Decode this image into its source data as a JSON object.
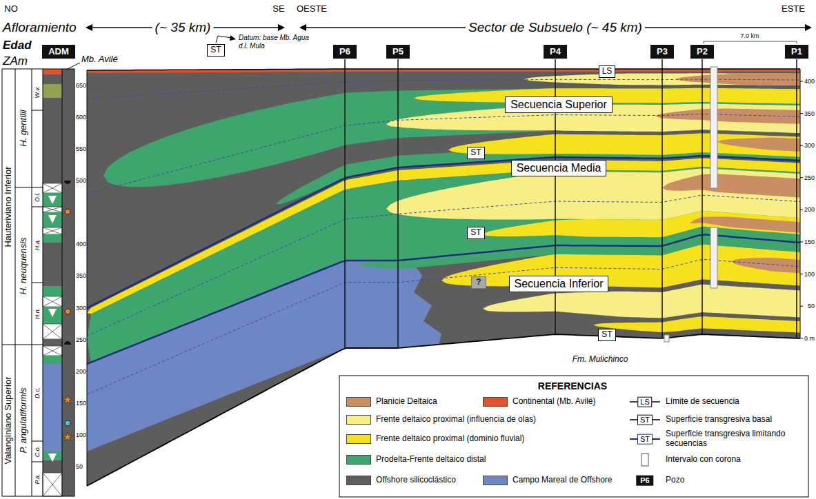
{
  "diagram": {
    "nodes": [
      {
        "text": [
          "ADM"
        ]
      },
      {
        "text": [
          "ST"
        ]
      },
      {
        "text": [
          "P6"
        ]
      },
      {
        "text": [
          "P5"
        ]
      },
      {
        "text": [
          "P4"
        ]
      },
      {
        "text": [
          "P3"
        ]
      },
      {
        "text": [
          "P2"
        ]
      },
      {
        "text": [
          "P1"
        ]
      },
      {
        "text": [
          "LS"
        ]
      },
      {
        "text": [
          "Secuencia Superior"
        ]
      },
      {
        "text": [
          "ST"
        ]
      },
      {
        "text": [
          "Secuencia Media"
        ]
      },
      {
        "text": [
          "ST"
        ]
      },
      {
        "text": [
          "?"
        ]
      },
      {
        "text": [
          "Secuencia Inferior"
        ]
      },
      {
        "text": [
          "ST"
        ]
      }
    ],
    "labels": [
      "NO",
      "SE",
      "OESTE",
      "ESTE",
      "Afloramiento",
      "(~ 35 km)",
      "Sector de Subsuelo (~ 45 km)",
      "Edad",
      "ZAm",
      "Mb. Avilé",
      "Datum: base Mb. Agua d.l. Mula",
      "7.0 km",
      "Hauteriviano Inferior",
      "Valanginiano Superior",
      "H. gentilii",
      "H. neuquensis",
      "P. angulatiformis",
      "W.v.",
      "O.l.",
      "H.a.",
      "H.n.",
      "D.c.",
      "C.o.",
      "P.a.",
      "650",
      "600",
      "550",
      "500",
      "400",
      "350",
      "300",
      "250",
      "200",
      "150",
      "100",
      "50",
      "400",
      "350",
      "300",
      "250",
      "200",
      "150",
      "100",
      "50",
      "0 m",
      "Fm. Mulichinco",
      "REFERENCIAS",
      "LS",
      "ST",
      "ST",
      "P6"
    ],
    "legend": [
      {
        "text": "Planicie Deltaica",
        "color": "#c98e63"
      },
      {
        "text": "Continental (Mb. Avilé)",
        "color": "#e5512b"
      },
      {
        "text": "Límite de secuencia"
      },
      {
        "text": "Frente deltaico proximal (influencia de olas)",
        "color": "#f7ef86"
      },
      {
        "text": "Superficie transgresiva basal"
      },
      {
        "text": "Frente deltaico proximal (dominio fluvial)",
        "color": "#f6e21c"
      },
      {
        "text": "Superficie transgresiva limitando secuencias"
      },
      {
        "text": "Prodelta-Frente deltaico distal",
        "color": "#3ea56d"
      },
      {
        "text": "Intervalo con corona"
      },
      {
        "text": "Offshore silicoclástico",
        "color": "#5d5d5d"
      },
      {
        "text": "Campo Mareal de Offshore",
        "color": "#6e87c4"
      },
      {
        "text": "Pozo"
      }
    ]
  }
}
